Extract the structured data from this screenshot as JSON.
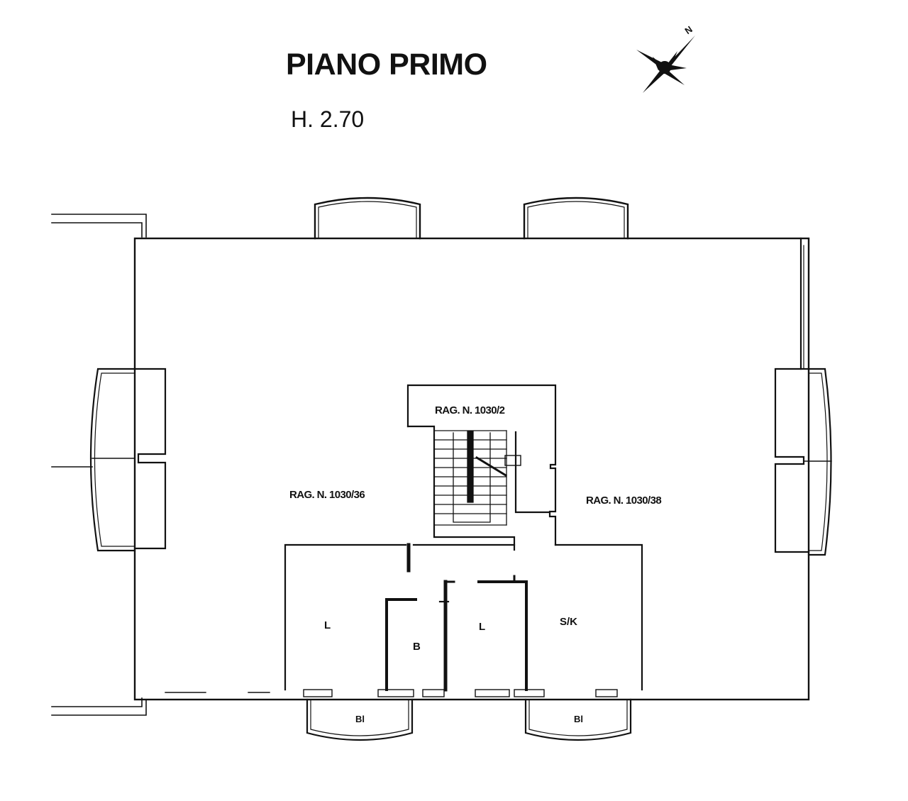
{
  "title": "PIANO PRIMO",
  "floor_height": "H. 2.70",
  "compass": {
    "icon": "north-arrow-star-icon",
    "letter": "N"
  },
  "units": {
    "stair": "RAG. N. 1030/2",
    "west": "RAG. N. 1030/36",
    "east": "RAG. N. 1030/38"
  },
  "rooms": {
    "left_room": "L",
    "bath": "B",
    "center_room": "L",
    "kitchen": "S/K",
    "balcony_left": "Bl",
    "balcony_right": "Bl"
  }
}
